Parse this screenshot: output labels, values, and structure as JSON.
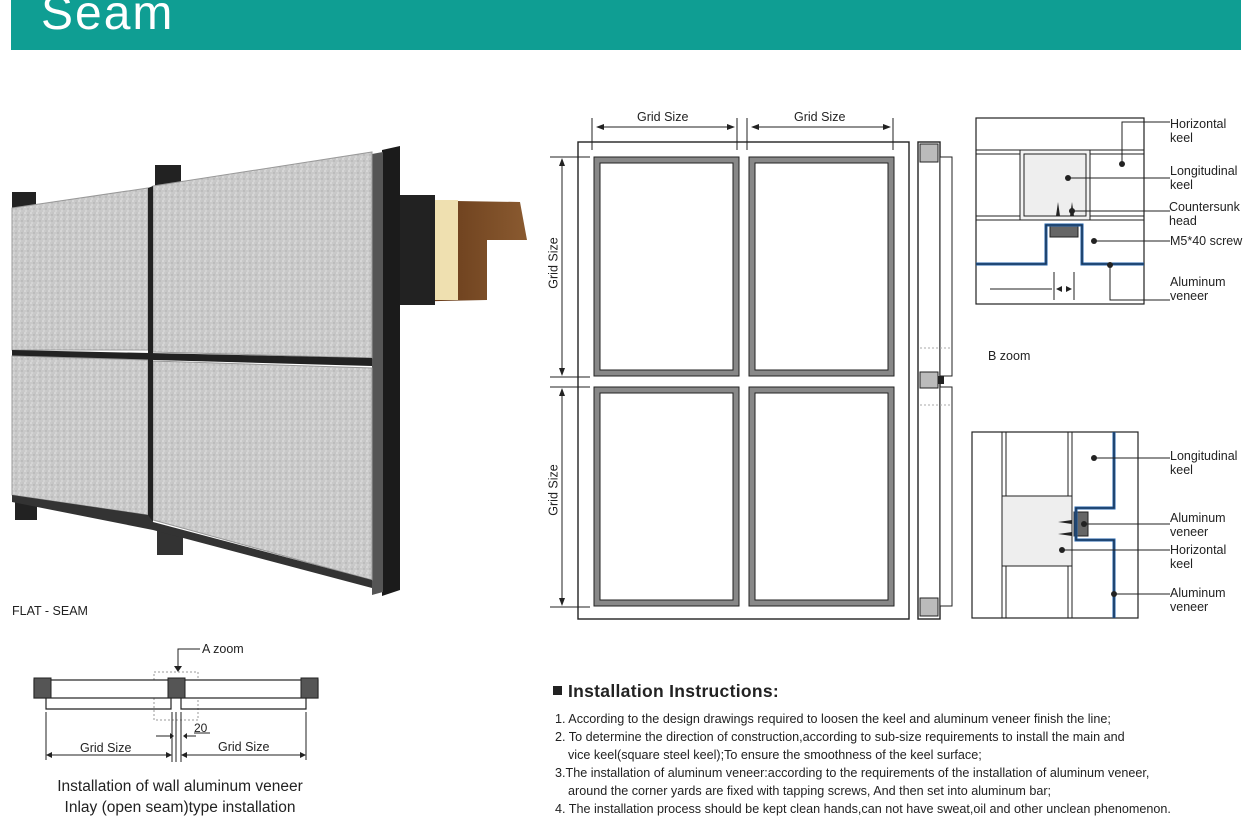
{
  "header": {
    "title": "Seam",
    "background": "#0f9e93"
  },
  "photo": {
    "label": "FLAT - SEAM",
    "description": "3D render of aluminum veneer panels mounted on steel keel frame"
  },
  "section_a": {
    "zoom_label": "A zoom",
    "gap_dimension": "20",
    "dim_left": "Grid Size",
    "dim_right": "Grid Size",
    "caption_line1": "Installation of wall aluminum veneer",
    "caption_line2": "Inlay (open seam)type installation"
  },
  "elevation": {
    "top_dim_left": "Grid Size",
    "top_dim_right": "Grid Size",
    "side_dim_top": "Grid Size",
    "side_dim_bottom": "Grid Size",
    "b_zoom_label": "B zoom"
  },
  "detail_top": {
    "labels": [
      {
        "line1": "Horizontal",
        "line2": "keel"
      },
      {
        "line1": "Longitudinal",
        "line2": "keel"
      },
      {
        "line1": "Countersunk",
        "line2": "head"
      },
      {
        "line1": "M5*40 screw",
        "line2": ""
      },
      {
        "line1": "Aluminum",
        "line2": "veneer"
      }
    ]
  },
  "detail_bottom": {
    "labels": [
      {
        "line1": "Longitudinal",
        "line2": "keel"
      },
      {
        "line1": "Aluminum",
        "line2": "veneer"
      },
      {
        "line1": "Horizontal",
        "line2": "keel"
      },
      {
        "line1": "Aluminum",
        "line2": "veneer"
      }
    ]
  },
  "instructions": {
    "title": "Installation Instructions:",
    "lines": [
      "1. According to the design drawings required to loosen the keel and aluminum veneer finish the line;",
      "2. To determine the direction of construction,according to sub-size requirements to install the main and",
      "    vice keel(square steel keel);To ensure the smoothness of the keel surface;",
      "3.The installation of aluminum veneer:according to the requirements of the installation of aluminum veneer,",
      "    around the corner yards are fixed with tapping screws, And then set into aluminum bar;",
      "4. The installation process should be kept clean hands,can not have sweat,oil and other unclean phenomenon."
    ]
  },
  "colors": {
    "accent": "#0f9e93",
    "veneer_blue": "#1f5fa8",
    "keel_gray": "#8a8a8a"
  }
}
